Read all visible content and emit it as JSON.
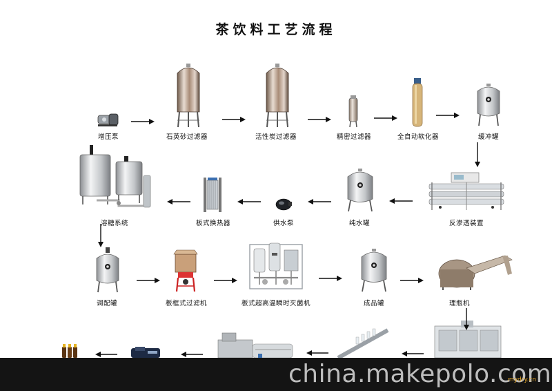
{
  "diagram": {
    "title": "茶饮料工艺流程",
    "nodes": [
      {
        "id": "booster-pump",
        "label": "增压泵"
      },
      {
        "id": "quartz-sand-filter",
        "label": "石英砂过滤器"
      },
      {
        "id": "activated-carbon-filter",
        "label": "活性炭过滤器"
      },
      {
        "id": "precision-filter",
        "label": "精密过滤器"
      },
      {
        "id": "auto-softener",
        "label": "全自动软化器"
      },
      {
        "id": "buffer-tank",
        "label": "缓冲罐"
      },
      {
        "id": "reverse-osmosis-unit",
        "label": "反渗透装置"
      },
      {
        "id": "pure-water-tank",
        "label": "纯水罐"
      },
      {
        "id": "water-supply-pump",
        "label": "供水泵"
      },
      {
        "id": "plate-heat-exchanger",
        "label": "板式换热器"
      },
      {
        "id": "sugar-dissolving-system",
        "label": "溶糖系统"
      },
      {
        "id": "blending-tank",
        "label": "调配罐"
      },
      {
        "id": "plate-frame-filter",
        "label": "板框式过滤机"
      },
      {
        "id": "uht-sterilizer",
        "label": "板式超高温瞬时灭菌机"
      },
      {
        "id": "finished-product-tank",
        "label": "成品罐"
      },
      {
        "id": "bottle-unscrambler",
        "label": "理瓶机"
      }
    ]
  },
  "watermark": {
    "main": "china.makepolo.com",
    "small": "mydry.cn"
  }
}
